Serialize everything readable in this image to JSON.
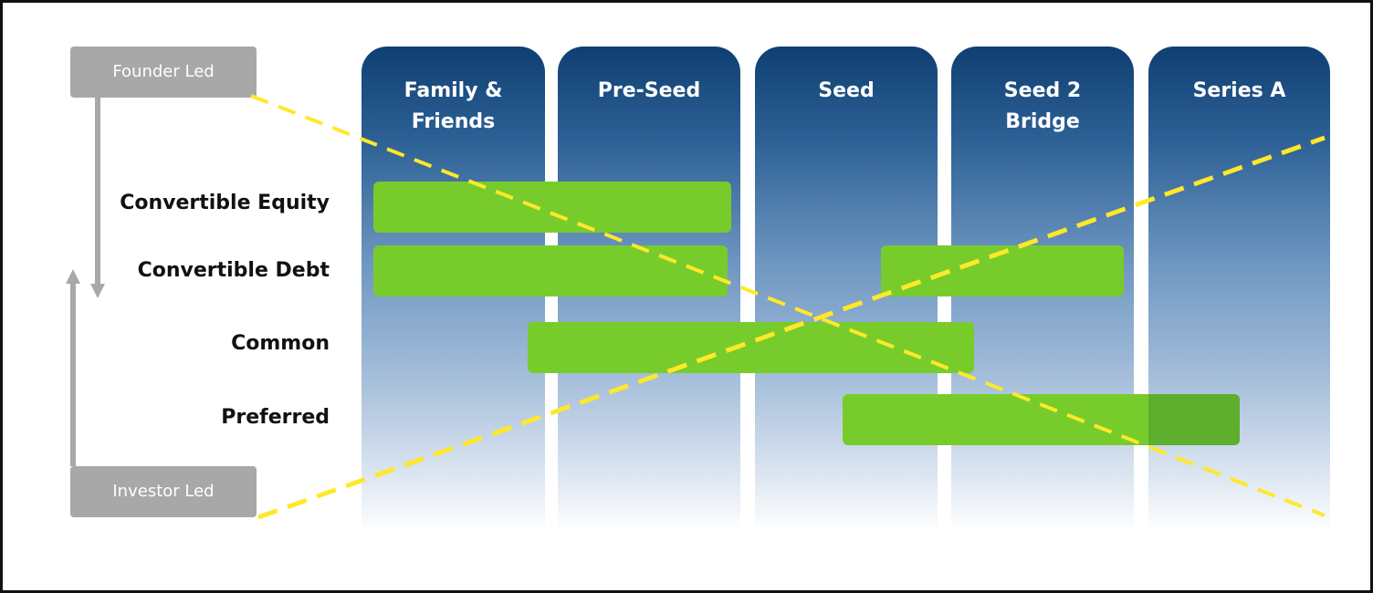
{
  "stages": [
    {
      "label": "Family &\nFriends"
    },
    {
      "label": "Pre-Seed"
    },
    {
      "label": "Seed"
    },
    {
      "label": "Seed 2\nBridge"
    },
    {
      "label": "Series A"
    }
  ],
  "instruments": [
    {
      "label": "Convertible Equity"
    },
    {
      "label": "Convertible Debt"
    },
    {
      "label": "Common"
    },
    {
      "label": "Preferred"
    }
  ],
  "spectrum": {
    "top_label": "Founder Led",
    "bottom_label": "Investor Led"
  },
  "colors": {
    "column_top": "#0f3f72",
    "bar_green": "#77cc2b",
    "bar_green_dark": "#5faf2e",
    "tag_gray": "#a8a8a8",
    "dash_yellow": "#ffe82a",
    "arrow_gray": "#a8a8a8"
  }
}
